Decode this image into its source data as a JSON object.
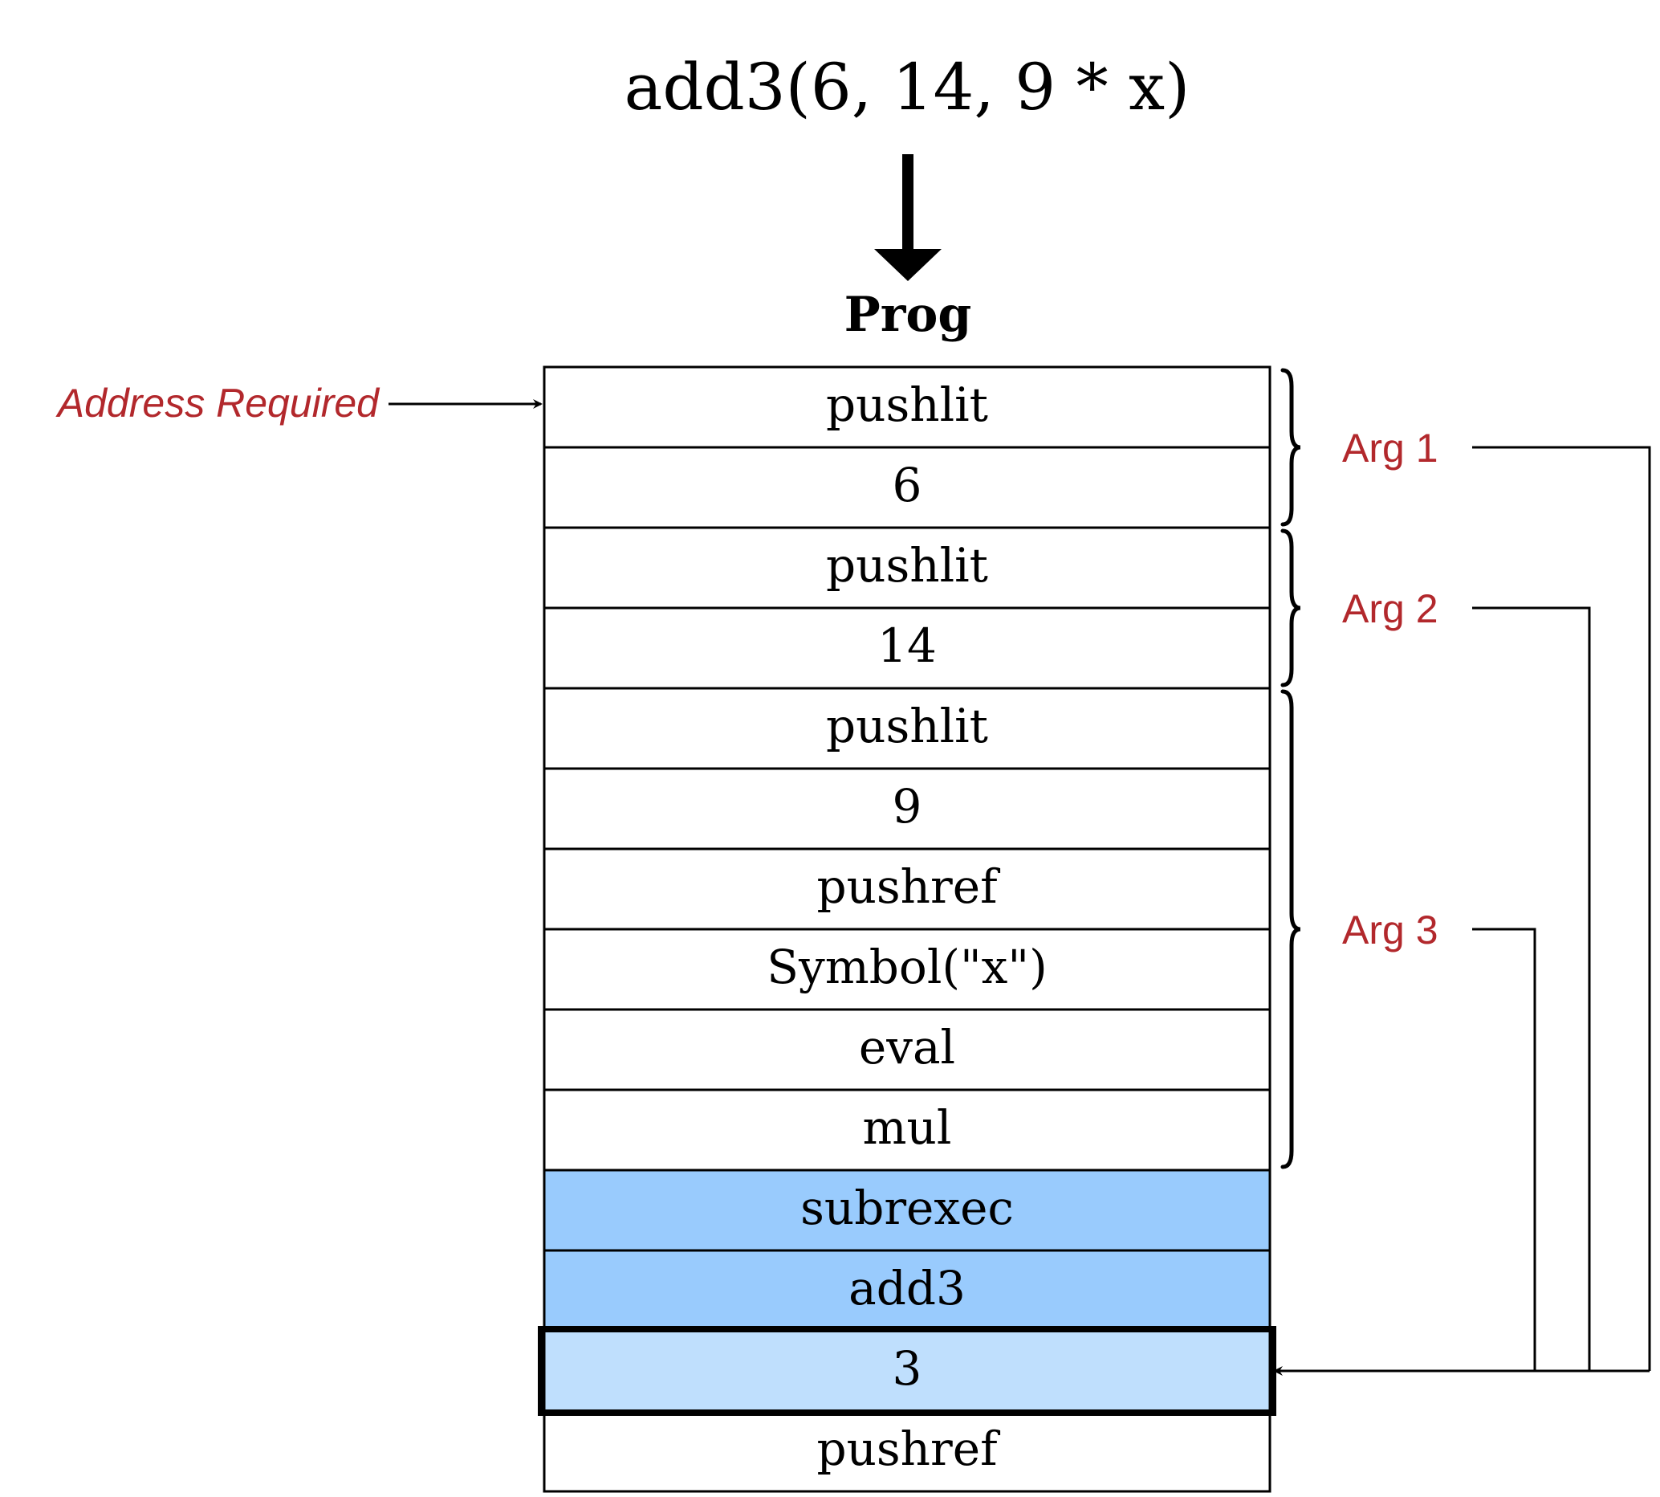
{
  "expression": "add3(6, 14, 9 * x)",
  "prog_label": "Prog",
  "address_label": "Address Required",
  "cells": [
    {
      "text": "pushlit",
      "highlight": "none"
    },
    {
      "text": "6",
      "highlight": "none"
    },
    {
      "text": "pushlit",
      "highlight": "none"
    },
    {
      "text": "14",
      "highlight": "none"
    },
    {
      "text": "pushlit",
      "highlight": "none"
    },
    {
      "text": "9",
      "highlight": "none"
    },
    {
      "text": "pushref",
      "highlight": "none"
    },
    {
      "text": "Symbol(\"x\")",
      "highlight": "none"
    },
    {
      "text": "eval",
      "highlight": "none"
    },
    {
      "text": "mul",
      "highlight": "none"
    },
    {
      "text": "subrexec",
      "highlight": "call"
    },
    {
      "text": "add3",
      "highlight": "call"
    },
    {
      "text": "3",
      "highlight": "count"
    },
    {
      "text": "pushref",
      "highlight": "none"
    }
  ],
  "args": [
    {
      "label": "Arg 1",
      "first_cell": 0,
      "last_cell": 1
    },
    {
      "label": "Arg 2",
      "first_cell": 2,
      "last_cell": 3
    },
    {
      "label": "Arg 3",
      "first_cell": 4,
      "last_cell": 9
    }
  ],
  "colors": {
    "label_red": "#b2282c",
    "call_fill": "#99cbfd",
    "count_fill": "#bfdffd",
    "stroke": "#000000"
  }
}
